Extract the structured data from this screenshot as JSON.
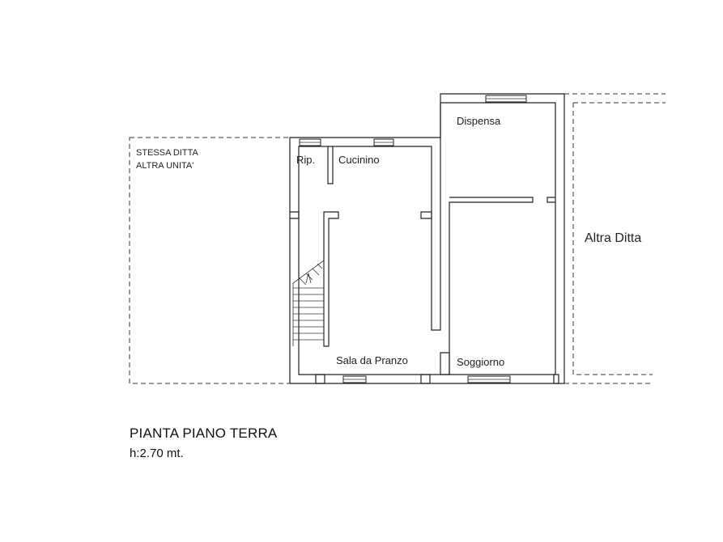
{
  "plan": {
    "title": "PIANTA PIANO TERRA",
    "height_note": "h:2.70 mt.",
    "adjacent_left_line1": "STESSA DITTA",
    "adjacent_left_line2": "ALTRA UNITA'",
    "adjacent_right": "Altra Ditta",
    "rooms": {
      "rip": "Rip.",
      "cucinino": "Cucinino",
      "dispensa": "Dispensa",
      "sala": "Sala da Pranzo",
      "soggiorno": "Soggiorno"
    }
  }
}
